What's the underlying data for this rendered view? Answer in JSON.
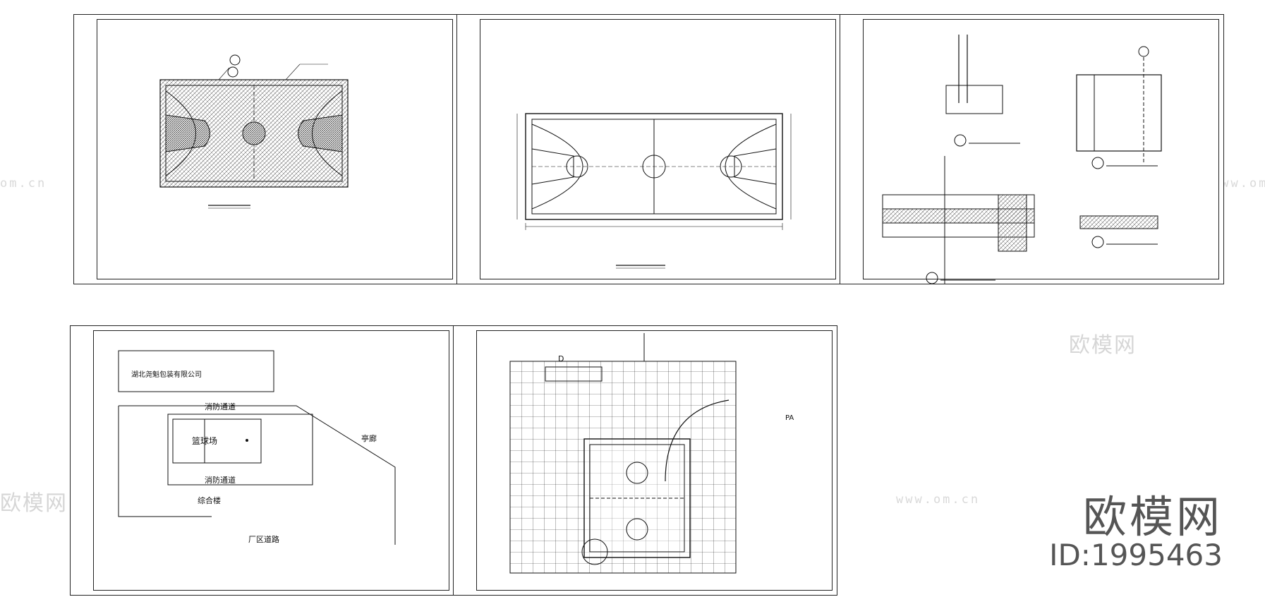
{
  "watermarks": {
    "brand_cn": "欧模网",
    "url": "www.om.cn",
    "url_short": "om.cn"
  },
  "brand": {
    "name": "欧模网",
    "id_text": "ID:1995463"
  },
  "sheets": {
    "site_plan": {
      "company": "湖北尧魁包装有限公司",
      "fire_road_1": "消防通道",
      "fire_road_2": "消防通道",
      "court": "篮球场",
      "pavilion": "亭廊",
      "building": "综合楼",
      "road": "厂区道路"
    },
    "detail_plan": {
      "label_d": "D",
      "label_pa": "PA"
    }
  }
}
